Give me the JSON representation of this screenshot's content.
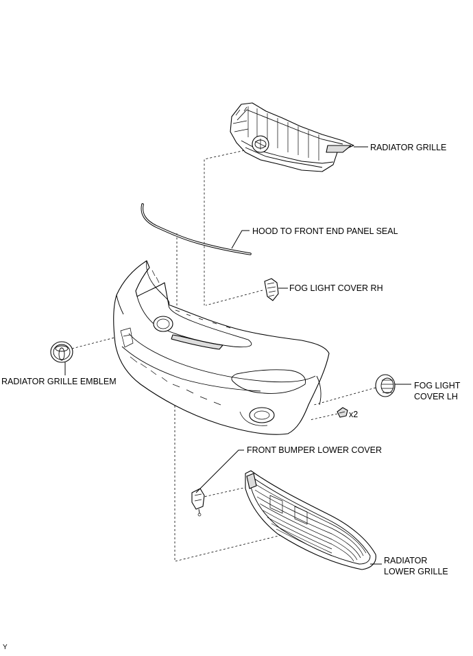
{
  "labels": {
    "radiator_grille": "RADIATOR GRILLE",
    "hood_seal": "HOOD TO FRONT END PANEL SEAL",
    "fog_cover_rh": "FOG LIGHT COVER RH",
    "emblem": "RADIATOR GRILLE EMBLEM",
    "fog_cover_lh_line1": "FOG LIGHT",
    "fog_cover_lh_line2": "COVER LH",
    "clip_count": "x2",
    "lower_cover": "FRONT BUMPER LOWER COVER",
    "lower_grille_line1": "RADIATOR",
    "lower_grille_line2": "LOWER GRILLE",
    "corner_mark": "Y"
  },
  "colors": {
    "line": "#000000",
    "background": "#ffffff",
    "shading": "#dcdcdc"
  }
}
